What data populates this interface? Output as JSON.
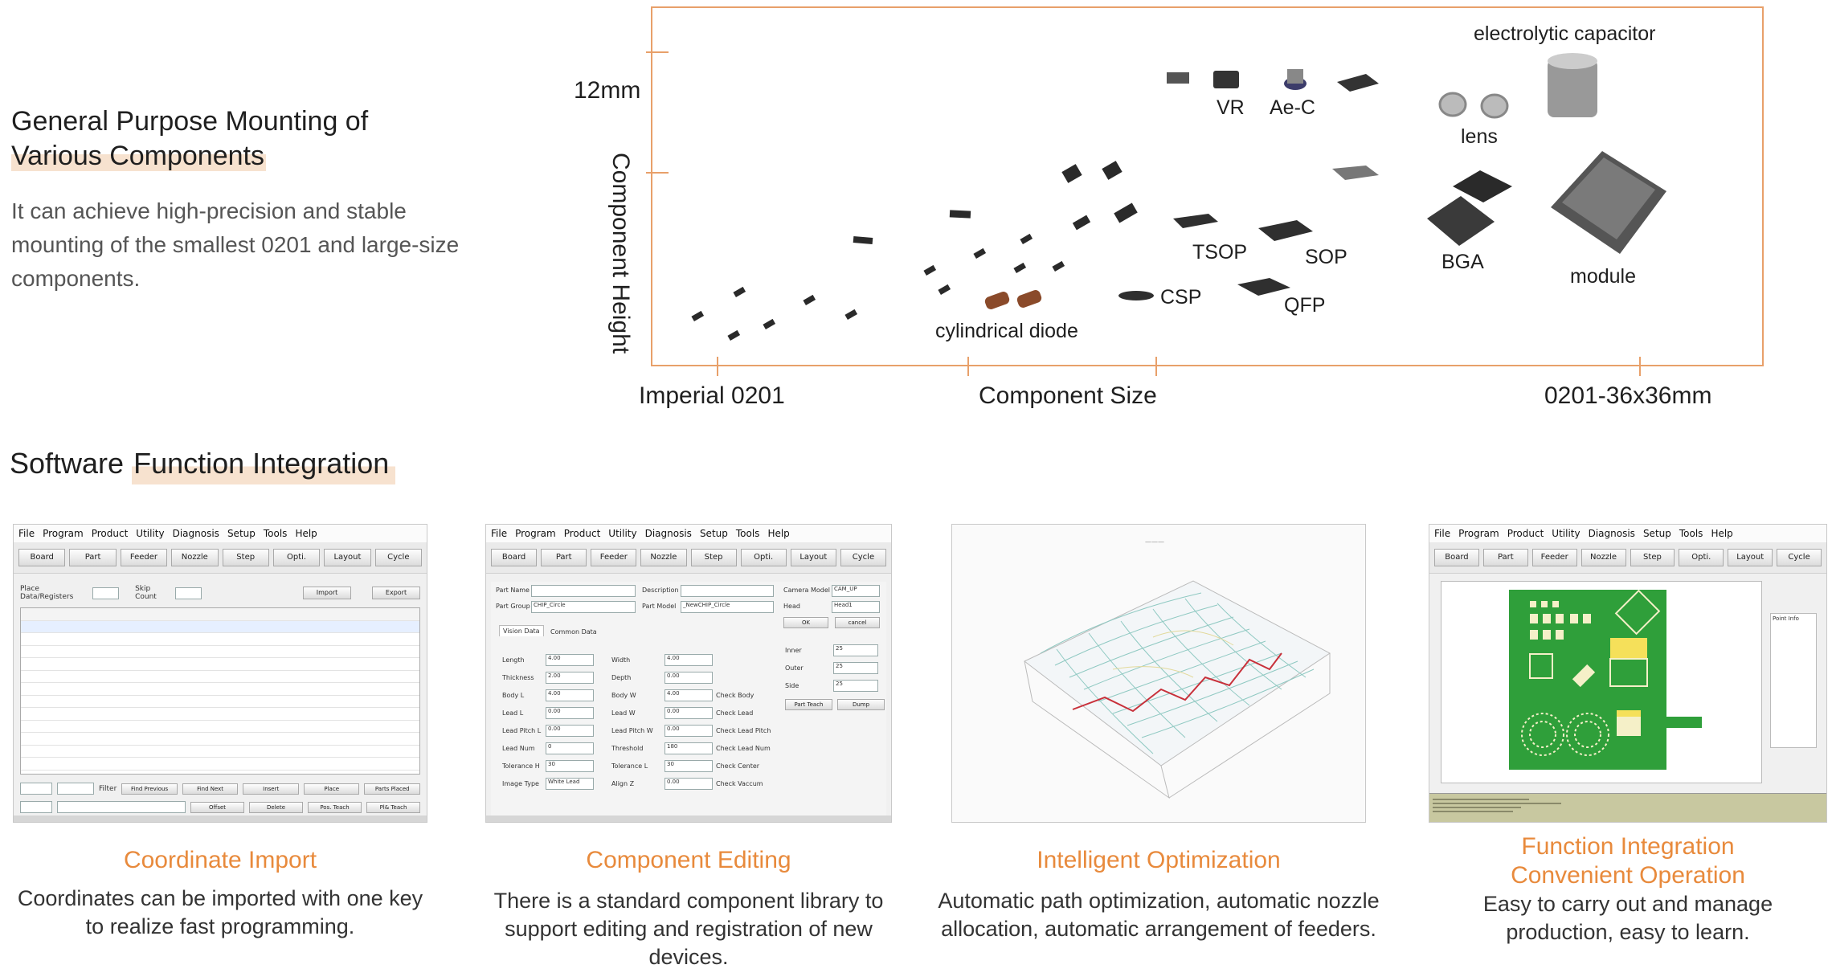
{
  "intro": {
    "title_line1": "General Purpose Mounting of",
    "title_line2": "Various Components",
    "description": "It can achieve high-precision and stable mounting of the smallest 0201 and large-size components."
  },
  "diagram": {
    "y_label_12mm": "12mm",
    "y_axis_title": "Component Height",
    "x_label_left": "Imperial 0201",
    "x_label_mid": "Component Size",
    "x_label_right": "0201-36x36mm",
    "components": {
      "vr": "VR",
      "aec": "Ae-C",
      "electrolytic_capacitor": "electrolytic capacitor",
      "lens": "lens",
      "tsop": "TSOP",
      "sop": "SOP",
      "bga": "BGA",
      "module": "module",
      "csp": "CSP",
      "qfp": "QFP",
      "cylindrical_diode": "cylindrical diode"
    }
  },
  "section": {
    "title_plain": "Software ",
    "title_highlight": "Function Integration"
  },
  "software_menu": [
    "File",
    "Program",
    "Product",
    "Utility",
    "Diagnosis",
    "Setup",
    "Tools",
    "Help"
  ],
  "software_toolbar": [
    "Board",
    "Part",
    "Feeder",
    "Nozzle",
    "Step",
    "Opti.",
    "Layout",
    "Cycle"
  ],
  "shot1": {
    "place_label": "Place Data/Registers",
    "skip_label": "Skip Count",
    "import_btn": "Import",
    "export_btn": "Export",
    "bottom_btns": [
      "Filter",
      "Find Previous",
      "Find Next",
      "Insert",
      "Place",
      "Parts Placed"
    ],
    "bottom_btns2": [
      "Offset",
      "Delete",
      "Pos. Teach",
      "Pl& Teach"
    ]
  },
  "shot2": {
    "part_name": "Part Name",
    "description": "Description",
    "camera_model": "Camera Model",
    "camera_value": "CAM_UP",
    "part_group": "Part Group",
    "part_group_value": "CHIP_Circle",
    "part_model": "Part Model",
    "part_model_value": "_NewCHIP_Circle",
    "head": "Head",
    "head_value": "Head1",
    "ok": "OK",
    "cancel": "cancel",
    "tab_vision": "Vision Data",
    "tab_common": "Common Data",
    "fields_left": [
      "Length",
      "Thickness",
      "Body L",
      "Lead L",
      "Lead Pitch L",
      "Lead Num",
      "Tolerance H",
      "Image Type"
    ],
    "values_left": [
      "4.00",
      "2.00",
      "4.00",
      "0.00",
      "0.00",
      "0",
      "30",
      "White Lead"
    ],
    "fields_mid": [
      "Width",
      "Depth",
      "Body W",
      "Lead W",
      "Lead Pitch W",
      "Threshold",
      "Tolerance L",
      "Align Z"
    ],
    "values_mid": [
      "4.00",
      "0.00",
      "4.00",
      "0.00",
      "0.00",
      "180",
      "30",
      "0.00"
    ],
    "checks": [
      "Check Body",
      "Check Lead",
      "Check Lead Pitch",
      "Check Lead Num",
      "Check Center",
      "Check Vaccum"
    ],
    "right_fields": [
      "Inner",
      "Outer",
      "Side"
    ],
    "right_values": [
      "25",
      "25",
      "25"
    ],
    "part_teach": "Part Teach",
    "dump": "Dump"
  },
  "shot4": {
    "point_info": "Point Info"
  },
  "cards": [
    {
      "title": "Coordinate Import",
      "desc": "Coordinates can be imported with one key to realize fast programming."
    },
    {
      "title": "Component Editing",
      "desc": "There is a standard component library to support editing and registration of new devices."
    },
    {
      "title": "Intelligent Optimization",
      "desc": "Automatic path optimization, automatic nozzle allocation, automatic arrangement of feeders."
    },
    {
      "title_line1": "Function Integration",
      "title_line2": "Convenient Operation",
      "desc": "Easy to carry out and manage production, easy to learn."
    }
  ]
}
